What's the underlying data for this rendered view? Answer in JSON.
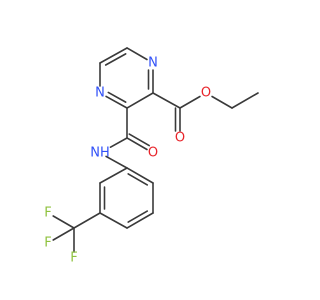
{
  "molecule": {
    "atoms": [
      {
        "id": "N1",
        "label": "N",
        "color": "#3050F8",
        "name": "pyrazine-n1-atom"
      },
      {
        "id": "N4",
        "label": "N",
        "color": "#3050F8",
        "name": "pyrazine-n4-atom"
      },
      {
        "id": "O1",
        "label": "O",
        "color": "#E8242A",
        "name": "ester-ether-oxygen-atom"
      },
      {
        "id": "O2",
        "label": "O",
        "color": "#E8242A",
        "name": "ester-carbonyl-oxygen-atom"
      },
      {
        "id": "O3",
        "label": "O",
        "color": "#E8242A",
        "name": "amide-carbonyl-oxygen-atom"
      },
      {
        "id": "NH",
        "label": "NH",
        "color": "#3050F8",
        "name": "amide-nh-atom"
      },
      {
        "id": "F1",
        "label": "F",
        "color": "#8FC23F",
        "name": "fluorine-atom-1"
      },
      {
        "id": "F2",
        "label": "F",
        "color": "#8FC23F",
        "name": "fluorine-atom-2"
      },
      {
        "id": "F3",
        "label": "F",
        "color": "#8FC23F",
        "name": "fluorine-atom-3"
      }
    ],
    "bond_color": "#3a3a3a"
  }
}
